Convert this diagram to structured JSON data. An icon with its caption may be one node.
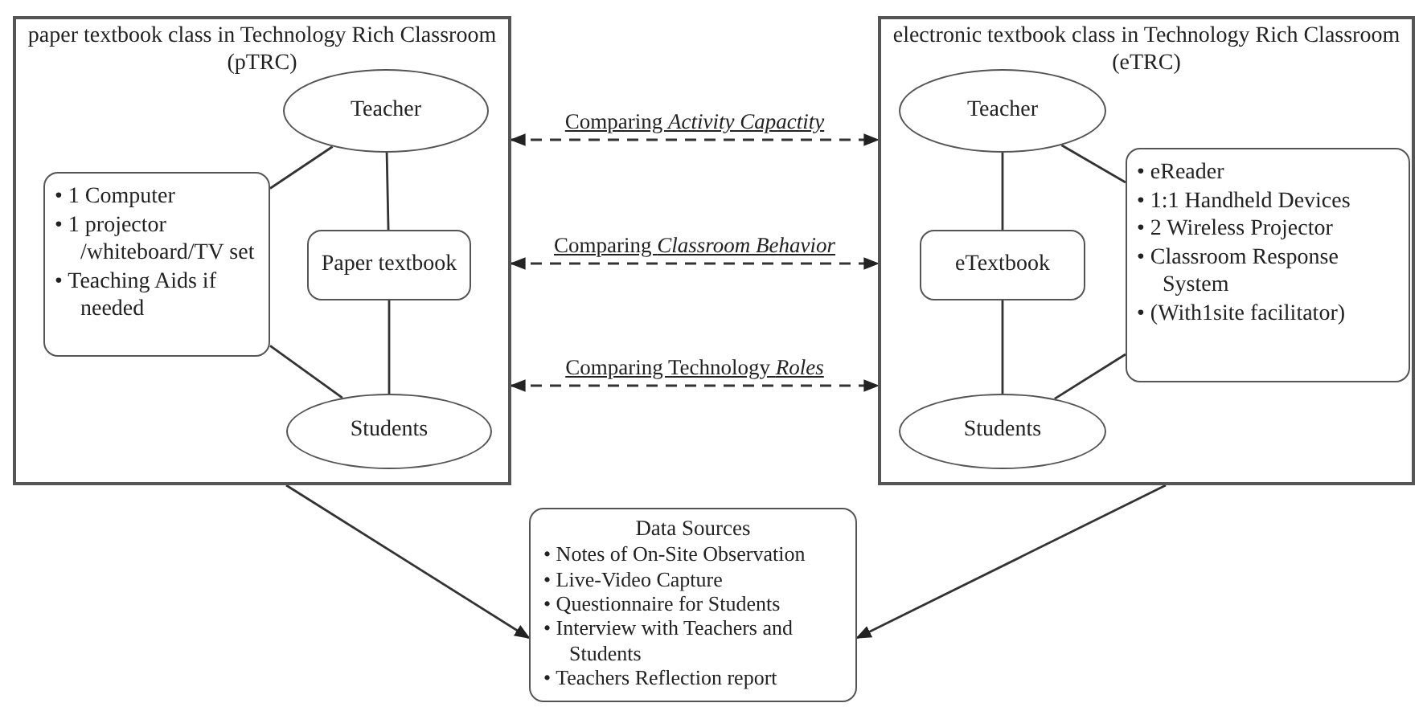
{
  "diagram": {
    "nodes": [
      {
        "text": [
          "paper textbook class in Technology Rich Classroom (pTRC)"
        ]
      },
      {
        "text": [
          "Teacher"
        ],
        "in": 0
      },
      {
        "text": [
          "• 1 Computer",
          "• 1 projector /whiteboard/TV set",
          "• Teaching Aids if needed"
        ],
        "in": 0
      },
      {
        "text": [
          "Paper textbook"
        ],
        "in": 0
      },
      {
        "text": [
          "Students"
        ],
        "in": 0
      },
      {
        "text": [
          "electronic textbook class in Technology Rich Classroom (eTRC)"
        ]
      },
      {
        "text": [
          "Teacher"
        ],
        "in": 5
      },
      {
        "text": [
          "eTextbook"
        ],
        "in": 5
      },
      {
        "text": [
          "• eReader",
          "• 1:1 Handheld Devices",
          "• 2 Wireless Projector",
          "• Classroom Response System",
          "• (With1site facilitator)"
        ],
        "in": 5
      },
      {
        "text": [
          "Students"
        ],
        "in": 5
      },
      {
        "text": [
          "Data Sources",
          "• Notes of On-Site Observation",
          "• Live-Video Capture",
          "• Questionnaire for Students",
          "• Interview with Teachers and Students",
          "• Teachers Reflection report"
        ]
      }
    ],
    "edges": [
      {
        "from": 1,
        "to": 2,
        "arrow": "none"
      },
      {
        "from": 2,
        "to": 4,
        "arrow": "none"
      },
      {
        "from": 1,
        "to": 3,
        "arrow": "none"
      },
      {
        "from": 3,
        "to": 4,
        "arrow": "none"
      },
      {
        "from": 6,
        "to": 7,
        "arrow": "none"
      },
      {
        "from": 7,
        "to": 9,
        "arrow": "none"
      },
      {
        "from": 6,
        "to": 8,
        "arrow": "none"
      },
      {
        "from": 8,
        "to": 9,
        "arrow": "none"
      },
      {
        "from": 0,
        "to": 5,
        "arrow": "both",
        "style": "dashed",
        "label": "Comparing *Activity Capactity*"
      },
      {
        "from": 0,
        "to": 5,
        "arrow": "both",
        "style": "dashed",
        "label": "Comparing *Classroom Behavior*"
      },
      {
        "from": 0,
        "to": 5,
        "arrow": "both",
        "style": "dashed",
        "label": "Comparing Technology *Roles*"
      },
      {
        "from": 0,
        "to": 10,
        "arrow": "to"
      },
      {
        "from": 5,
        "to": 10,
        "arrow": "to"
      }
    ]
  }
}
